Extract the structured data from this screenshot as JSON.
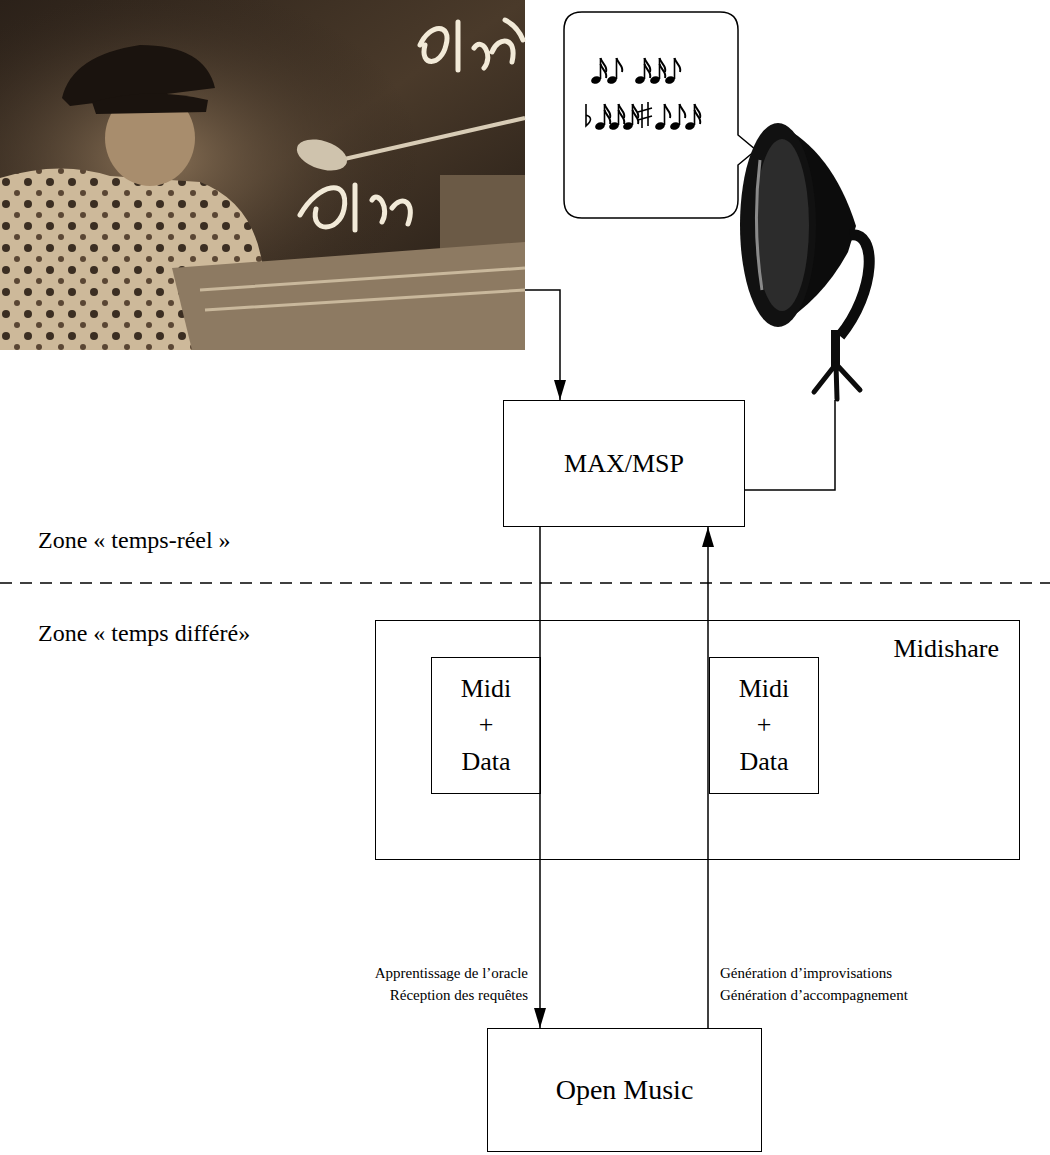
{
  "diagram": {
    "nodes": [
      {
        "text": [
          "MAX/MSP"
        ]
      },
      {
        "text": [
          "Midishare"
        ]
      },
      {
        "text": [
          "Midi + Data"
        ],
        "in": 1
      },
      {
        "text": [
          "Midi + Data"
        ],
        "in": 1
      },
      {
        "text": [
          "Open Music"
        ]
      }
    ],
    "edges": [
      {
        "from": 0,
        "to": 4,
        "arrow": "to"
      },
      {
        "from": 4,
        "to": 0,
        "arrow": "to"
      }
    ],
    "labels": [
      "Zone « temps-réel »",
      "Zone « temps différé»",
      "Apprentissage de l’oracle",
      "Réception des requêtes",
      "Génération d’improvisations",
      "Génération d’accompagnement"
    ]
  }
}
